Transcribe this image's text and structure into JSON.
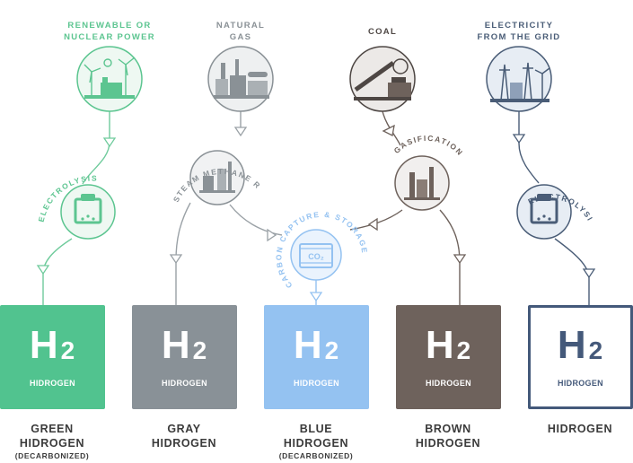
{
  "sources": [
    {
      "label": "RENEWABLE OR\nNUCLEAR POWER",
      "icon": "wind-turbines-solar-panel-icon",
      "color": "#5cc590"
    },
    {
      "label": "NATURAL\nGAS",
      "icon": "gas-plant-icon",
      "color": "#8a9196"
    },
    {
      "label": "COAL",
      "icon": "coal-conveyor-icon",
      "color": "#4e4744"
    },
    {
      "label": "ELECTRICITY\nFROM THE GRID",
      "icon": "power-grid-pylons-icon",
      "color": "#4a5d77"
    }
  ],
  "processes": {
    "electrolysis_left": "ELECTROLYSIS",
    "steam_methane_reforming": "STEAM METHANE REFORMING",
    "gasification": "GASIFICATION",
    "carbon_capture": "CARBON CAPTURE & STORAGE",
    "electrolysis_right": "ELECTROLYSIS",
    "co2_label": "CO₂"
  },
  "tiles": [
    {
      "symbol": "H",
      "subscript": "2",
      "name": "HIDROGEN",
      "bg": "#51c38f",
      "fg": "#ffffff",
      "border": "#51c38f",
      "caption": "GREEN\nHIDROGEN",
      "note": "(DECARBONIZED)"
    },
    {
      "symbol": "H",
      "subscript": "2",
      "name": "HIDROGEN",
      "bg": "#899197",
      "fg": "#ffffff",
      "border": "#899197",
      "caption": "GRAY\nHIDROGEN",
      "note": ""
    },
    {
      "symbol": "H",
      "subscript": "2",
      "name": "HIDROGEN",
      "bg": "#94c2f1",
      "fg": "#ffffff",
      "border": "#94c2f1",
      "caption": "BLUE\nHIDROGEN",
      "note": "(DECARBONIZED)"
    },
    {
      "symbol": "H",
      "subscript": "2",
      "name": "HIDROGEN",
      "bg": "#6e625c",
      "fg": "#ffffff",
      "border": "#6e625c",
      "caption": "BROWN\nHIDROGEN",
      "note": ""
    },
    {
      "symbol": "H",
      "subscript": "2",
      "name": "HIDROGEN",
      "bg": "#ffffff",
      "fg": "#44597a",
      "border": "#44597a",
      "caption": "HIDROGEN",
      "note": ""
    }
  ]
}
